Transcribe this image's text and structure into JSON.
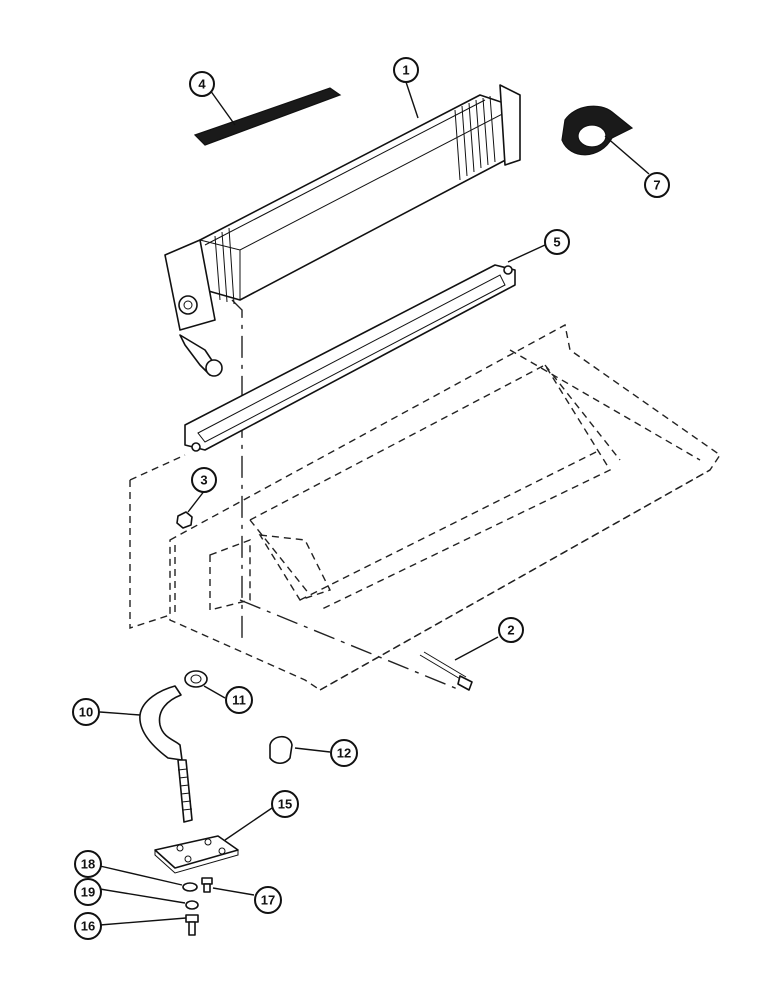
{
  "callouts": [
    {
      "id": "1",
      "label": "1"
    },
    {
      "id": "2",
      "label": "2"
    },
    {
      "id": "3",
      "label": "3"
    },
    {
      "id": "4",
      "label": "4"
    },
    {
      "id": "5",
      "label": "5"
    },
    {
      "id": "7",
      "label": "7"
    },
    {
      "id": "10",
      "label": "10"
    },
    {
      "id": "11",
      "label": "11"
    },
    {
      "id": "12",
      "label": "12"
    },
    {
      "id": "15",
      "label": "15"
    },
    {
      "id": "16",
      "label": "16"
    },
    {
      "id": "17",
      "label": "17"
    },
    {
      "id": "18",
      "label": "18"
    },
    {
      "id": "19",
      "label": "19"
    }
  ],
  "colors": {
    "ink": "#111111",
    "paper": "#ffffff"
  }
}
